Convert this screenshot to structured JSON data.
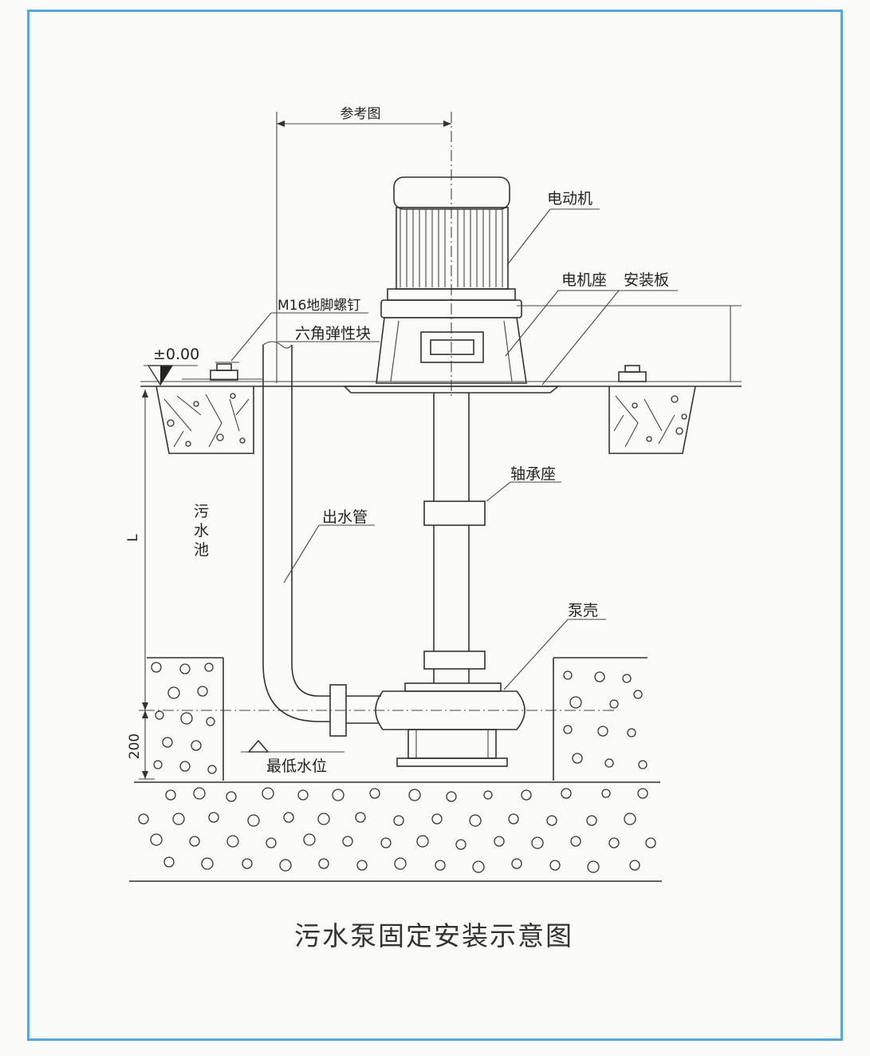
{
  "title": "污水泵固定安装示意图",
  "labels": {
    "reference": "参考图",
    "motor": "电动机",
    "motor_seat": "电机座",
    "mounting_plate": "安装板",
    "anchor_bolt": "M16地脚螺钉",
    "hex_block": "六角弹性块",
    "elevation": "±0.00",
    "bearing_seat": "轴承座",
    "outlet_pipe": "出水管",
    "sewage_pool": [
      "污",
      "水",
      "池"
    ],
    "pump_casing": "泵壳",
    "lowest_water_level": "最低水位",
    "dim_L": "L",
    "dim_200": "200"
  },
  "colors": {
    "frame_border": "#56a6d8",
    "line": "#333333",
    "background": "#fbfbf9"
  }
}
